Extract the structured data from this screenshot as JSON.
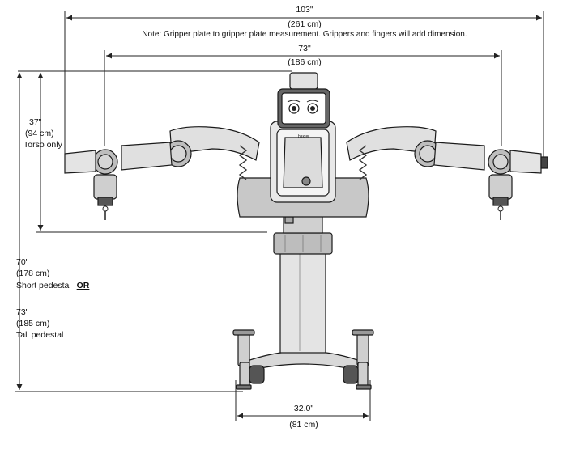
{
  "dimensions": {
    "total_span": {
      "inches": "103\"",
      "cm": "(261 cm)",
      "note": "Note: Gripper plate to gripper plate measurement. Grippers and fingers will add dimension."
    },
    "elbow_span": {
      "inches": "73\"",
      "cm": "(186 cm)"
    },
    "torso": {
      "inches": "37\"",
      "cm": "(94 cm)",
      "caption": "Torso only"
    },
    "short_pedestal": {
      "inches": "70\"",
      "cm": "(178 cm)",
      "caption": "Short pedestal",
      "connector": "OR"
    },
    "tall_pedestal": {
      "inches": "73\"",
      "cm": "(185 cm)",
      "caption": "Tall pedestal"
    },
    "base_width": {
      "inches": "32.0\"",
      "cm": "(81 cm)"
    }
  },
  "colors": {
    "line": "#222222",
    "robot_light": "#e6e6e6",
    "robot_mid": "#b9b9b9",
    "robot_dark": "#555555",
    "spring": "#333333"
  }
}
